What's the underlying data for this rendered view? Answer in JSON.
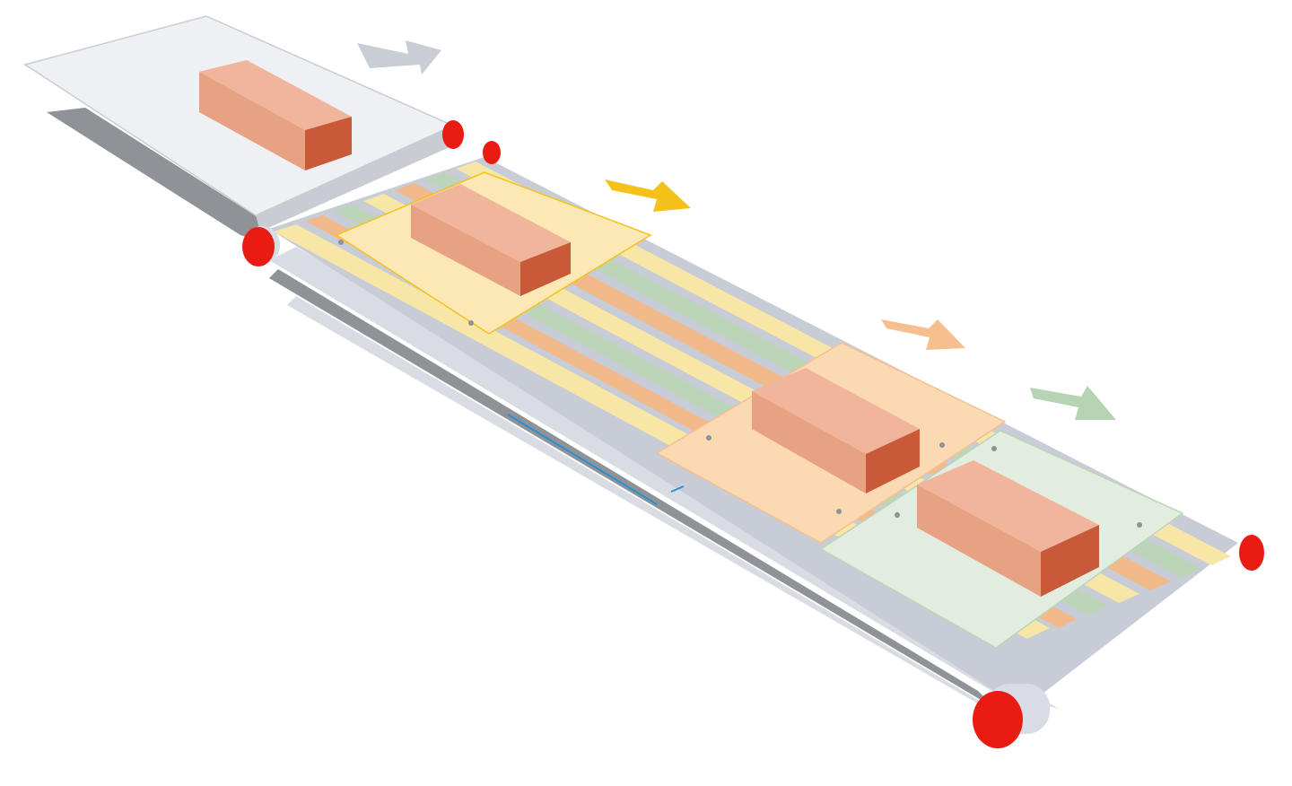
{
  "diagram": {
    "subject": "",
    "colors": {
      "background": "#ffffff",
      "entry_belt": "#eef0f3",
      "entry_belt_edge": "#c9cdd3",
      "shadow": "#8f9296",
      "roller": "#e81c12",
      "roller_dark": "#9b1208",
      "box_front": "#e7a183",
      "box_top": "#f0b59b",
      "box_side": "#c85a3a",
      "arrow_gray": "#c9ced4",
      "arrow_yellow": "#f5c21c",
      "arrow_orange": "#f6bf8f",
      "arrow_green": "#b6d4b4",
      "plate_yellow": "#fbe8b4",
      "plate_orange": "#fbd9b3",
      "plate_green": "#e2ede0",
      "strip_yellow": "#f8e6a6",
      "strip_orange": "#f2b98b",
      "strip_green": "#bcd5b8",
      "strip_gray": "#c7ccd6",
      "rail": "#d9dde3",
      "accent_blue": "#2b8fd6"
    },
    "stages": [
      {
        "id": "entry",
        "arrow_color": "arrow_gray",
        "plate_color": "entry_belt"
      },
      {
        "id": "stage-1",
        "arrow_color": "arrow_yellow",
        "plate_color": "plate_yellow"
      },
      {
        "id": "stage-2",
        "arrow_color": "arrow_orange",
        "plate_color": "plate_orange"
      },
      {
        "id": "stage-3",
        "arrow_color": "arrow_green",
        "plate_color": "plate_green"
      }
    ],
    "icons": {
      "arrow": "movement-arrow-icon",
      "roller": "roller-icon",
      "box": "package-box-icon"
    }
  }
}
